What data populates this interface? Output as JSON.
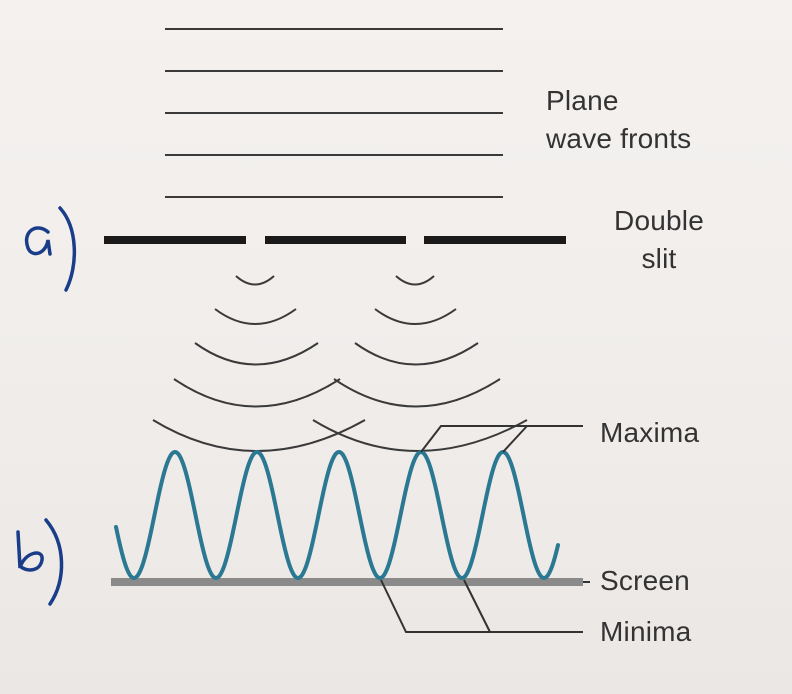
{
  "labels": {
    "plane_wave_fronts": "Plane wave fronts",
    "double_slit": "Double slit",
    "maxima": "Maxima",
    "screen": "Screen",
    "minima": "Minima"
  },
  "handwritten": {
    "part_a": "a)",
    "part_b": "b)"
  },
  "colors": {
    "wave": "#2a7891",
    "lines": "#3a3a3a",
    "slit_barrier": "#1a1a1a",
    "screen": "#8a8a8a",
    "handwriting": "#1a3d8a"
  }
}
